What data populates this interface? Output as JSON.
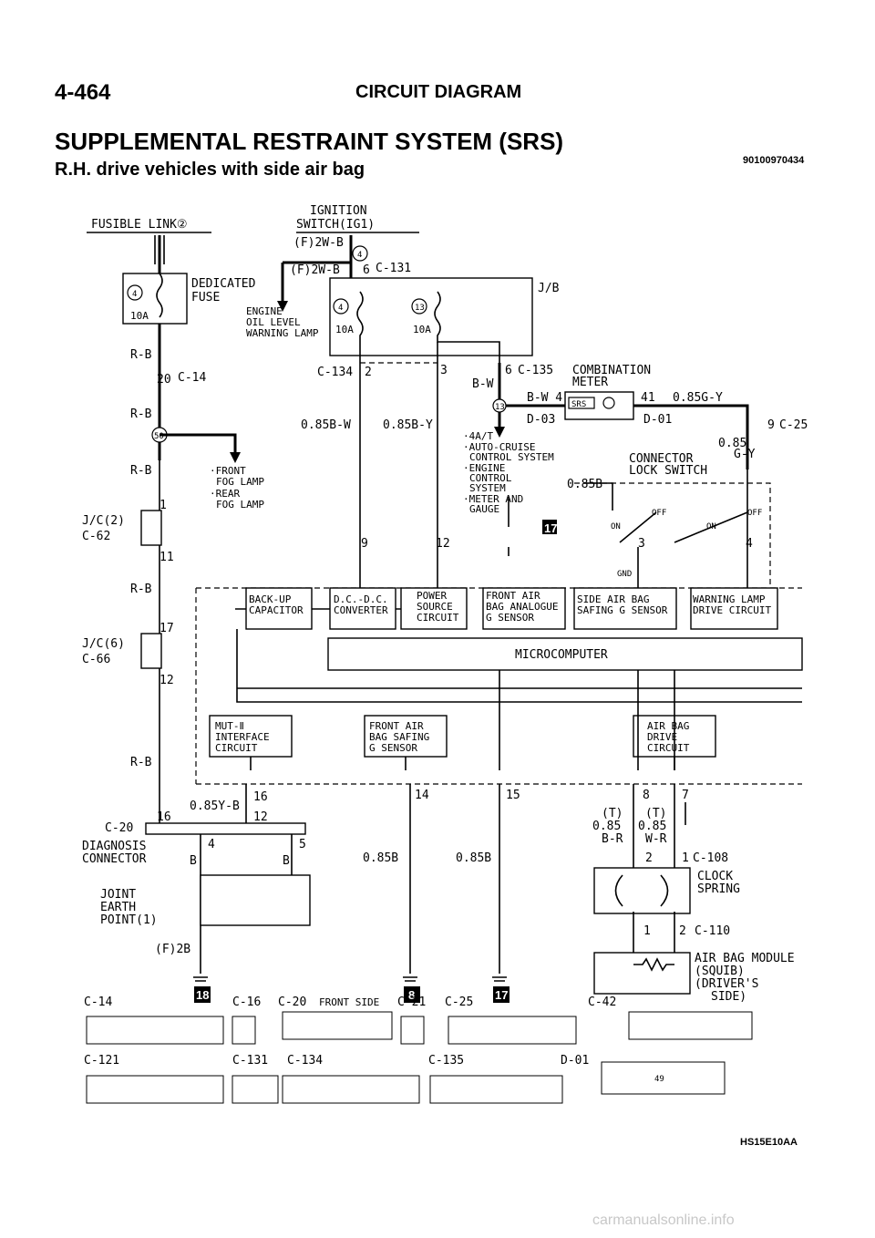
{
  "header": {
    "page_number": "4-464",
    "section": "CIRCUIT DIAGRAM",
    "title": "SUPPLEMENTAL RESTRAINT SYSTEM (SRS)",
    "doc_code": "90100970434",
    "subtitle": "R.H. drive vehicles with side air bag"
  },
  "labels": {
    "fusible_link": "FUSIBLE LINK②",
    "ignition_1": "IGNITION",
    "ignition_2": "SWITCH(IG1)",
    "f2wb_1": "(F)2W-B",
    "f2wb_2": "(F)2W-B",
    "pin4": "4",
    "pin6": "6",
    "c131": "C-131",
    "dedicated_1": "DEDICATED",
    "dedicated_2": "FUSE",
    "fuse4": "4",
    "fuse10a": "10A",
    "jb": "J/B",
    "engine_oil_1": "ENGINE",
    "engine_oil_2": "OIL LEVEL",
    "engine_oil_3": "WARNING LAMP",
    "jb_fuse4": "4",
    "jb_fuse13": "13",
    "jb_10a_1": "10A",
    "jb_10a_2": "10A",
    "rb": "R-B",
    "n20": "20",
    "c14": "C-14",
    "c134": "C-134",
    "n2": "2",
    "n3": "3",
    "n6b": "6",
    "c135": "C-135",
    "bw": "B-W",
    "combo_1": "COMBINATION",
    "combo_2": "METER",
    "bw4": "B-W 4",
    "srs": "SRS",
    "n41": "41",
    "g085y": "0.85G-Y",
    "d03": "D-03",
    "d01": "D-01",
    "n13": "13",
    "w085bw": "0.85B-W",
    "w085by": "0.85B-Y",
    "n50": "50",
    "n9c": "9",
    "c25": "C-25",
    "v085": "0.85",
    "gy": "G-Y",
    "front_fog": "·FRONT",
    "fog_lamp_1": "FOG LAMP",
    "rear_fog": "·REAR",
    "fog_lamp_2": "FOG LAMP",
    "list_1": "·4A/T",
    "list_2": "·AUTO-CRUISE",
    "list_3": "CONTROL SYSTEM",
    "list_4": "·ENGINE",
    "list_5": "CONTROL",
    "list_6": "SYSTEM",
    "list_7": "·METER AND",
    "list_8": "GAUGE",
    "conn_1": "CONNECTOR",
    "conn_2": "LOCK SWITCH",
    "v085b": "0.85B",
    "off1": "OFF",
    "off2": "OFF",
    "on1": "ON",
    "on2": "ON",
    "jc2": "J/C(2)",
    "c62": "C-62",
    "n1": "1",
    "n11": "11",
    "n9": "9",
    "n12": "12",
    "n3b": "3",
    "n4b": "4",
    "gnd": "GND",
    "blk17a": "17",
    "backup_1": "BACK-UP",
    "backup_2": "CAPACITOR",
    "dcdc_1": "D.C.-D.C.",
    "dcdc_2": "CONVERTER",
    "power_1": "POWER",
    "power_2": "SOURCE",
    "power_3": "CIRCUIT",
    "fas_1": "FRONT AIR",
    "fas_2": "BAG ANALOGUE",
    "fas_3": "G SENSOR",
    "side_1": "SIDE AIR BAG",
    "side_2": "SAFING G SENSOR",
    "warn_1": "WARNING LAMP",
    "warn_2": "DRIVE CIRCUIT",
    "micro": "MICROCOMPUTER",
    "jc6": "J/C(6)",
    "c66": "C-66",
    "n17": "17",
    "n12b": "12",
    "mut_1": "MUT-Ⅱ",
    "mut_2": "INTERFACE",
    "mut_3": "CIRCUIT",
    "fsaf_1": "FRONT AIR",
    "fsaf_2": "BAG SAFING",
    "fsaf_3": "G SENSOR",
    "drive_1": "AIR BAG",
    "drive_2": "DRIVE",
    "drive_3": "CIRCUIT",
    "n16": "16",
    "n085yb": "0.85Y-B",
    "n16b": "16",
    "n12c": "12",
    "c20": "C-20",
    "n14": "14",
    "n15": "15",
    "n8": "8",
    "n7": "7",
    "diag_1": "DIAGNOSIS",
    "diag_2": "CONNECTOR",
    "n4c": "4",
    "n5": "5",
    "bl": "B",
    "br": "B",
    "t1": "(T)",
    "t2": "(T)",
    "t085a": "0.85",
    "t085b": "0.85",
    "brw": "B-R",
    "wr": "W-R",
    "w085b1": "0.85B",
    "w085b2": "0.85B",
    "n2c": "2",
    "n1c": "1",
    "c108": "C-108",
    "clock_1": "CLOCK",
    "clock_2": "SPRING",
    "joint_1": "JOINT",
    "joint_2": "EARTH",
    "joint_3": "POINT(1)",
    "n1d": "1",
    "n2d": "2",
    "c110": "C-110",
    "f2b": "(F)2B",
    "module_1": "AIR BAG MODULE",
    "module_2": "(SQUIB)",
    "module_3": "(DRIVER'S",
    "module_4": "SIDE)",
    "blk18a": "18",
    "blk8": "8",
    "blk17b": "17"
  },
  "connectors": {
    "c14": "C-14",
    "c16": "C-16",
    "c20": "C-20",
    "front_side": "FRONT SIDE",
    "c21": "C-21",
    "c25": "C-25",
    "c42": "C-42",
    "c121": "C-121",
    "c131": "C-131",
    "c134": "C-134",
    "c135": "C-135",
    "d01": "D-01",
    "d01_mid": "49"
  },
  "footer": {
    "code": "HS15E10AA",
    "watermark": "carmanualsonline.info"
  },
  "colors": {
    "ink": "#000000",
    "watermark": "#c8c8c8"
  }
}
